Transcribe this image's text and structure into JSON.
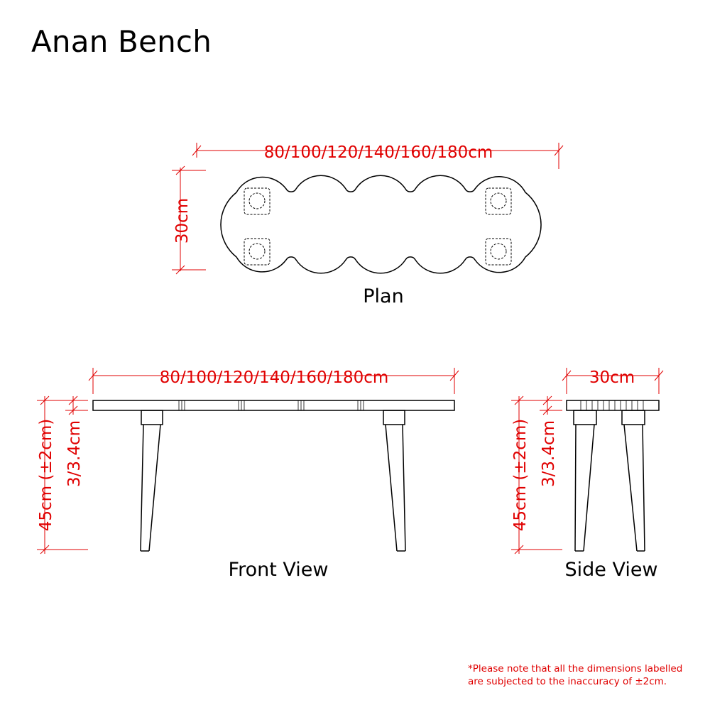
{
  "title": "Anan Bench",
  "plan": {
    "label": "Plan",
    "length_dim": "80/100/120/140/160/180cm",
    "width_dim": "30cm"
  },
  "front_view": {
    "label": "Front View",
    "length_dim": "80/100/120/140/160/180cm",
    "height_dim": "45cm (±2cm)",
    "top_thickness_dim": "3/3.4cm"
  },
  "side_view": {
    "label": "Side View",
    "width_dim": "30cm",
    "height_dim": "45cm (±2cm)",
    "top_thickness_dim": "3/3.4cm"
  },
  "note": {
    "line1": "*Please note that all the dimensions labelled",
    "line2": "are subjected to the inaccuracy of ±2cm."
  },
  "colors": {
    "dimension": "#e00000",
    "linework": "#000000"
  }
}
